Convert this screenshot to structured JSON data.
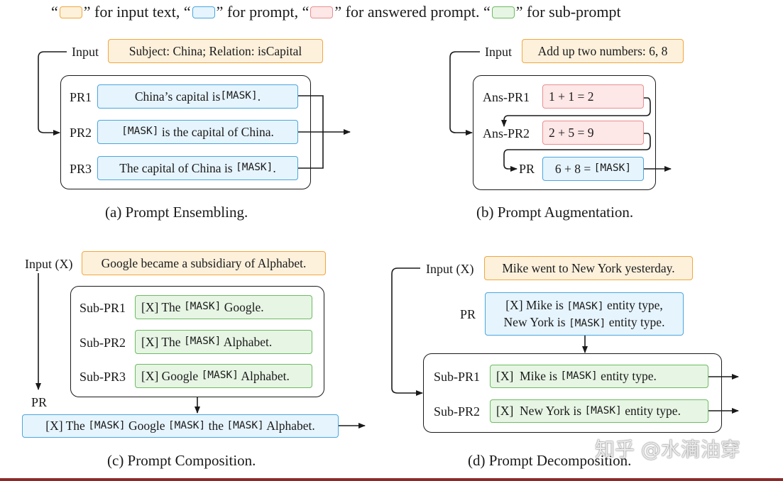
{
  "legend": {
    "open_quote": "“",
    "close_quote": "”",
    "input_text": "for input text,",
    "prompt": "for prompt,",
    "answered": "for answered prompt.",
    "sub": "for sub-prompt",
    "colors": {
      "input": "#fdf1dc",
      "prompt": "#e6f4fd",
      "answered": "#fde7e7",
      "sub": "#e7f5e4"
    }
  },
  "panel_a": {
    "caption": "(a) Prompt Ensembling.",
    "input_label": "Input",
    "input_text": "Subject: China; Relation: isCapital",
    "rows": [
      {
        "label": "PR1",
        "pre": "China’s capital is ",
        "mask": "[MASK]",
        "post": "."
      },
      {
        "label": "PR2",
        "pre": "",
        "mask": "[MASK]",
        "post": " is the capital of China."
      },
      {
        "label": "PR3",
        "pre": "The capital of China is ",
        "mask": "[MASK]",
        "post": "."
      }
    ]
  },
  "panel_b": {
    "caption": "(b) Prompt Augmentation.",
    "input_label": "Input",
    "input_text": "Add up two numbers: 6, 8",
    "rows": [
      {
        "label": "Ans-PR1",
        "text": "1 + 1 = 2"
      },
      {
        "label": "Ans-PR2",
        "text": "2 + 5 = 9"
      },
      {
        "label": "PR",
        "pre": "6 + 8 = ",
        "mask": "[MASK]"
      }
    ]
  },
  "panel_c": {
    "caption": "(c) Prompt Composition.",
    "input_label": "Input (X)",
    "input_text": "Google became a subsidiary of Alphabet.",
    "rows": [
      {
        "label": "Sub-PR1",
        "a": "[X] The ",
        "m1": "[MASK]",
        "b": " Google."
      },
      {
        "label": "Sub-PR2",
        "a": "[X] The ",
        "m1": "[MASK]",
        "b": " Alphabet."
      },
      {
        "label": "Sub-PR3",
        "a": "[X] Google ",
        "m1": "[MASK]",
        "b": " Alphabet."
      }
    ],
    "pr_label": "PR",
    "pr": {
      "a": "[X] The ",
      "m1": "[MASK]",
      "b": " Google ",
      "m2": "[MASK]",
      "c": " the ",
      "m3": "[MASK]",
      "d": " Alphabet."
    }
  },
  "panel_d": {
    "caption": "(d) Prompt Decomposition.",
    "input_label": "Input (X)",
    "input_text": "Mike went to New York yesterday.",
    "pr_label": "PR",
    "pr_line1": {
      "a": "[X] Mike is ",
      "m": "[MASK]",
      "b": " entity type,"
    },
    "pr_line2": {
      "a": "New York is ",
      "m": "[MASK]",
      "b": " entity type."
    },
    "rows": [
      {
        "label": "Sub-PR1",
        "a": "[X]  Mike is ",
        "m": "[MASK]",
        "b": " entity type."
      },
      {
        "label": "Sub-PR2",
        "a": "[X]  New York is ",
        "m": "[MASK]",
        "b": " entity type."
      }
    ]
  },
  "watermark": "知乎 @水滴油穿"
}
